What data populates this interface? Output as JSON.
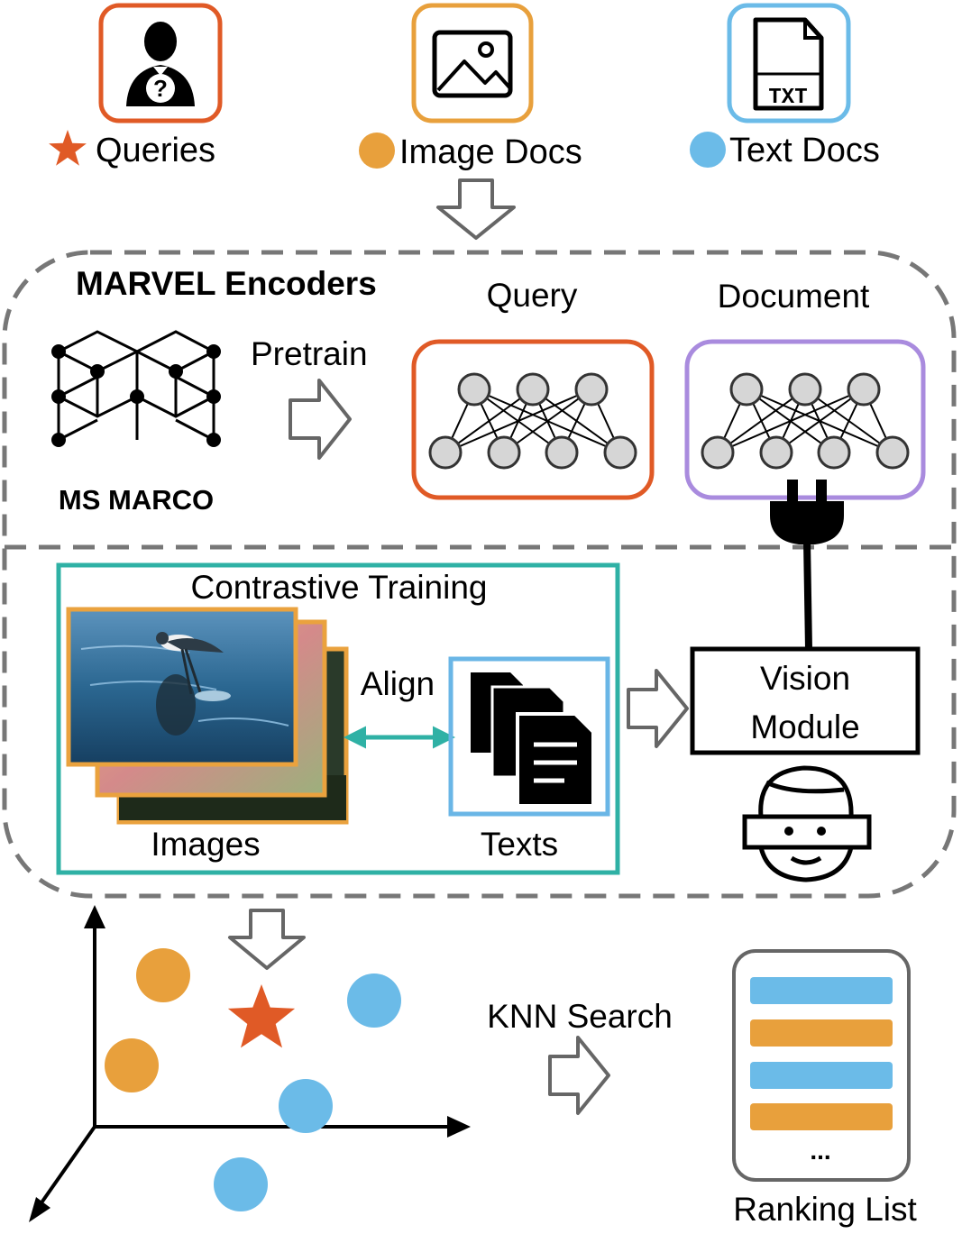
{
  "legend": {
    "queries": "Queries",
    "image_docs": "Image Docs",
    "text_docs": "Text Docs"
  },
  "encoders": {
    "title": "MARVEL Encoders",
    "query_label": "Query",
    "document_label": "Document",
    "pretrain_label": "Pretrain",
    "dataset_label": "MS MARCO"
  },
  "training": {
    "title": "Contrastive Training",
    "align_label": "Align",
    "images_label": "Images",
    "texts_label": "Texts"
  },
  "vision_module": {
    "line1": "Vision",
    "line2": "Module"
  },
  "search": {
    "knn_label": "KNN Search",
    "ranking_label": "Ranking List",
    "ellipsis": "..."
  },
  "colors": {
    "query": "#e05a26",
    "image_doc": "#e8a03c",
    "text_doc": "#6bbbe8",
    "document_encoder": "#a98bde",
    "training_box": "#2fb1a5",
    "image_frame": "#eaa23e",
    "text_frame": "#6ab6e6",
    "dashed": "#777777",
    "node_fill": "#d6d6d6"
  },
  "icons": {
    "query_icon": "person-question-icon",
    "image_icon": "image-icon",
    "text_icon": "txt-file-icon",
    "plug_icon": "plug-icon",
    "vr_icon": "vr-headset-face-icon"
  }
}
